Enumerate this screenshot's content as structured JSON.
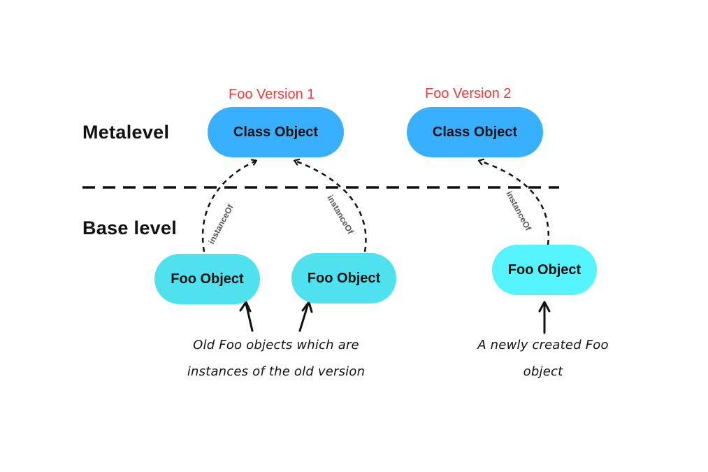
{
  "levels": {
    "meta": "Metalevel",
    "base": "Base level"
  },
  "versions": {
    "v1": "Foo Version 1",
    "v2": "Foo Version 2"
  },
  "class_nodes": {
    "v1": "Class Object",
    "v2": "Class Object"
  },
  "foo_nodes": {
    "old_1": "Foo Object",
    "old_2": "Foo Object",
    "new_1": "Foo Object"
  },
  "edges": {
    "instance_of_1": "instanceOf",
    "instance_of_2": "instanceOf",
    "instance_of_3": "instanceOf"
  },
  "notes": {
    "old_line_1": "Old Foo objects which are",
    "old_line_2": "instances of the old version",
    "new_line_1": "A newly created Foo",
    "new_line_2": "object"
  },
  "colors": {
    "class_node": "#38b0ff",
    "foo_node": "#4fe2ee",
    "version_label": "#ef3b3b",
    "divider": "#111111"
  }
}
